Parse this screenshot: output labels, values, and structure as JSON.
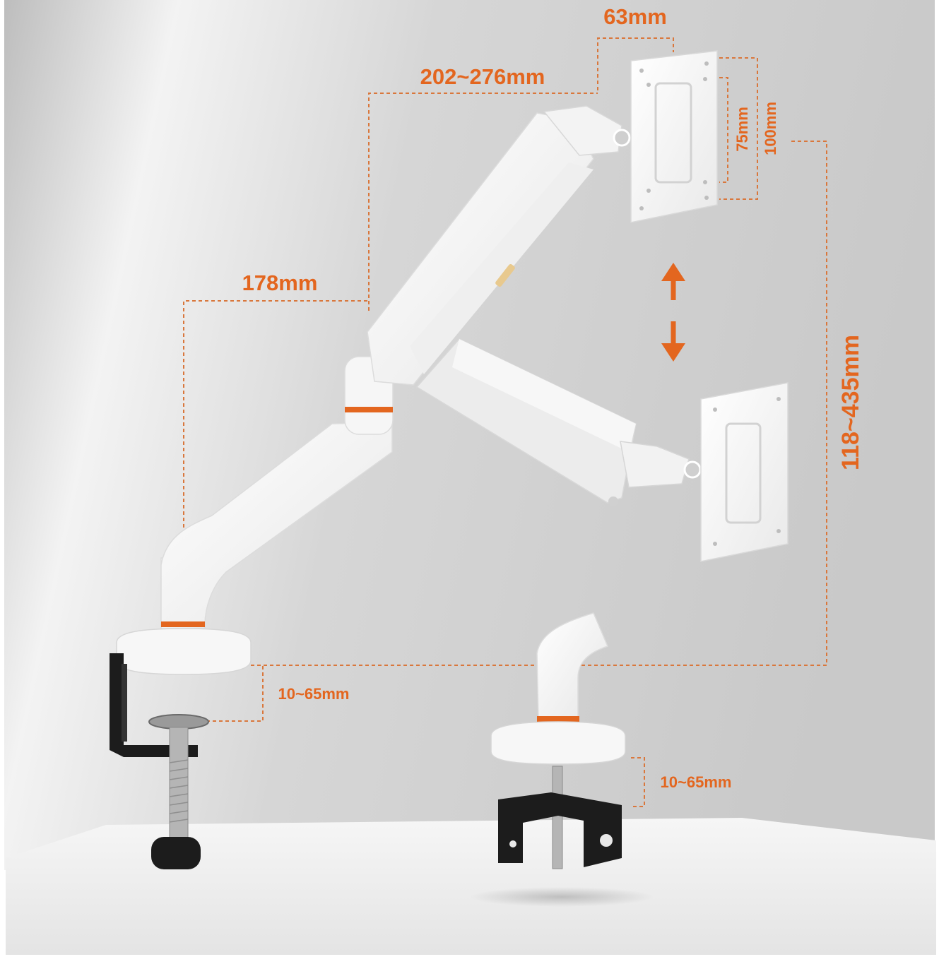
{
  "colors": {
    "accent": "#e3661f",
    "arm_white": "#f4f4f4",
    "clamp_black": "#1c1c1c",
    "wall_gray": "#cfcfcf",
    "desk_white": "#fbfbfb"
  },
  "dimensions": {
    "vesa_offset": "63mm",
    "upper_arm_reach": "202~276mm",
    "lower_arm_reach": "178mm",
    "vesa_small": "75mm",
    "vesa_large": "100mm",
    "height_range": "118~435mm",
    "clamp_thickness_left": "10~65mm",
    "clamp_thickness_right": "10~65mm"
  },
  "icons": {
    "height_adjust": "double-arrow-vertical-icon"
  }
}
